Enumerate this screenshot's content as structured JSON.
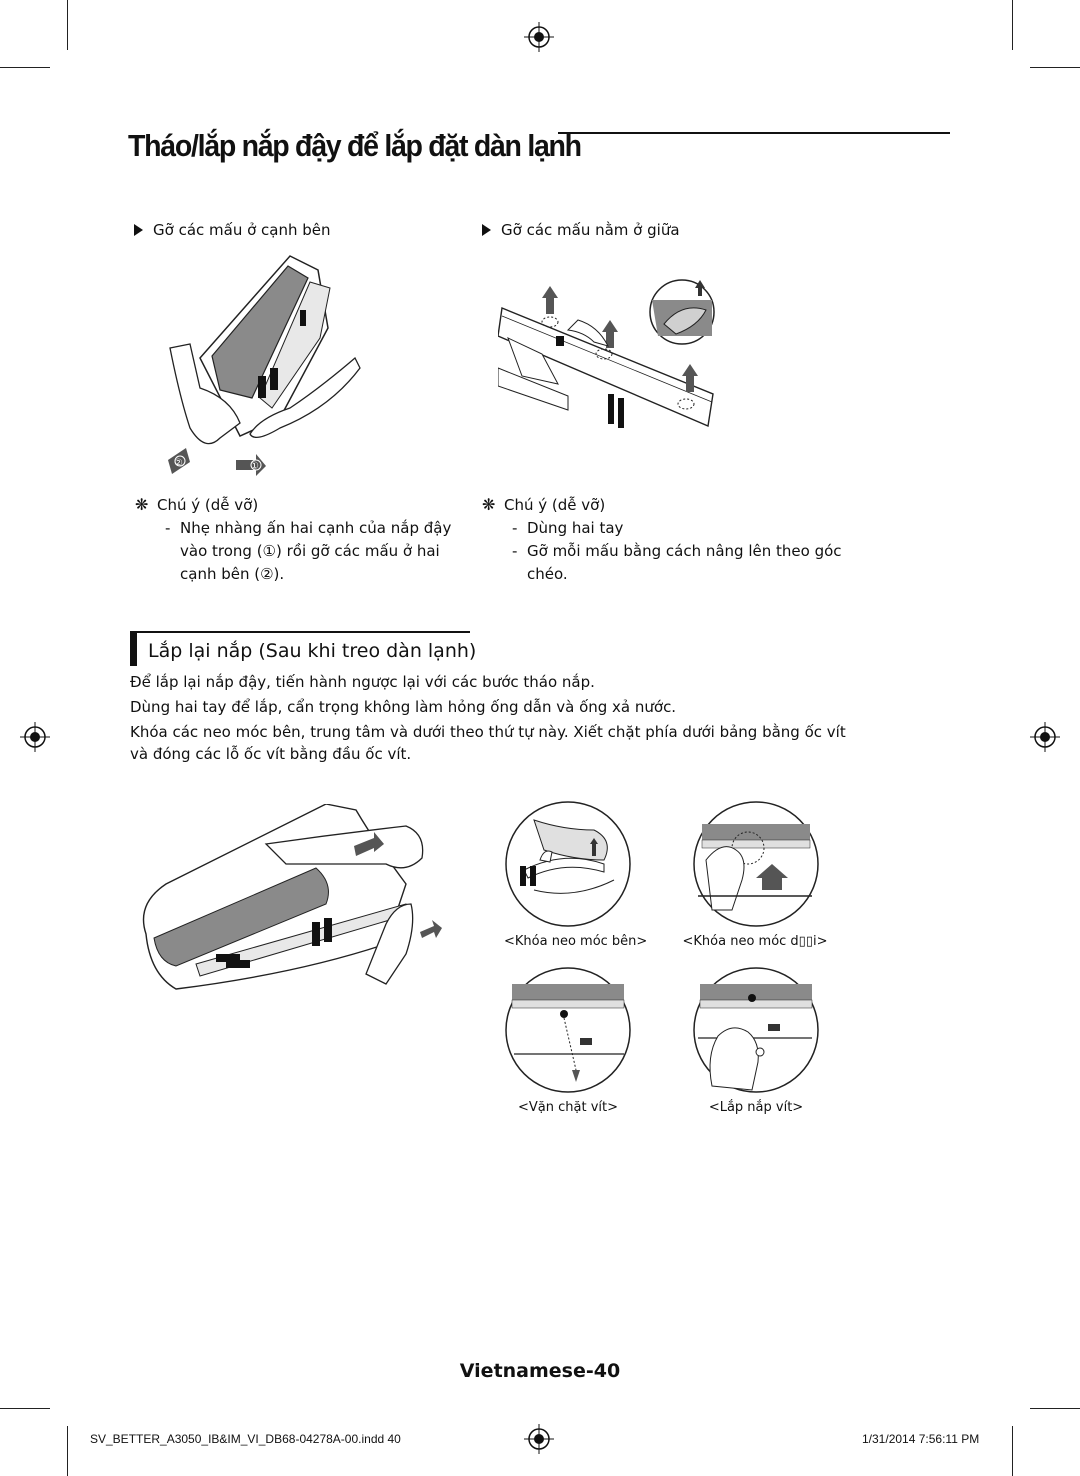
{
  "page": {
    "title": "Tháo/lắp nắp đậy để lắp đặt dàn lạnh",
    "left_column": {
      "heading": "Gỡ các mấu ở cạnh bên",
      "note_title": "Chú ý (dễ vỡ)",
      "note_items": [
        "Nhẹ nhàng ấn hai cạnh của nắp đậy vào trong  (①) rồi gỡ các mấu ở hai cạnh bên (②)."
      ],
      "step_marks": [
        "②",
        "①"
      ]
    },
    "right_column": {
      "heading": "Gỡ các mấu nằm ở giữa",
      "note_title": "Chú ý (dễ vỡ)",
      "note_items": [
        "Dùng hai tay",
        "Gỡ mỗi mấu bằng cách nâng lên theo góc chéo."
      ]
    },
    "section": {
      "title": "Lắp lại nắp (Sau khi treo dàn lạnh)",
      "paragraphs": [
        "Để lắp lại nắp đậy, tiến hành ngược lại với các bước tháo nắp.",
        "Dùng hai tay để lắp, cẩn trọng không làm hỏng ống dẫn và ống xả nước.",
        "Khóa các neo móc bên, trung tâm và dưới theo thứ tự này. Xiết chặt phía dưới bảng bằng ốc vít và đóng các lỗ ốc vít bằng đầu ốc vít."
      ],
      "captions": [
        "<Khóa neo móc bên>",
        "<Khóa neo móc d▯▯i>",
        "<Vặn chặt vít>",
        "<Lắp nắp vít>"
      ]
    },
    "footer": {
      "page_label": "Vietnamese-40",
      "slug_file": "SV_BETTER_A3050_IB&IM_VI_DB68-04278A-00.indd   40",
      "slug_date": "1/31/2014   7:56:11 PM"
    }
  },
  "icons": [
    "registration-mark-icon",
    "crop-mark-icon",
    "triangle-bullet-icon",
    "asterisk-note-icon"
  ]
}
